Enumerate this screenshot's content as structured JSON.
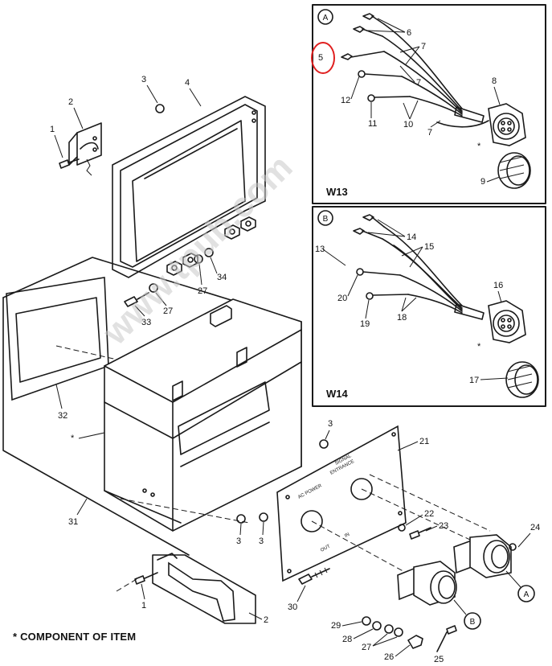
{
  "watermark": "www.tpub.com",
  "footnote": "* COMPONENT OF ITEM",
  "detail_a": {
    "callout": "A",
    "title": "W13",
    "items": [
      "5",
      "6",
      "7",
      "7",
      "8",
      "9",
      "10",
      "7",
      "11",
      "12"
    ]
  },
  "detail_b": {
    "callout": "B",
    "title": "W14",
    "items": [
      "13",
      "14",
      "15",
      "16",
      "17",
      "18",
      "19",
      "20"
    ]
  },
  "main_items": [
    "1",
    "2",
    "3",
    "4",
    "27",
    "34",
    "33",
    "27",
    "32",
    "31",
    "3",
    "3",
    "21",
    "22",
    "23",
    "24",
    "30",
    "29",
    "28",
    "27",
    "26",
    "25",
    "1",
    "2",
    "3"
  ],
  "callouts": [
    "A",
    "B"
  ],
  "panel_text": [
    "ENTRANCE",
    "SIGNAL",
    "AC POWER",
    "IN",
    "OUT"
  ],
  "asterisk": "*",
  "highlight_color": "#e02020"
}
